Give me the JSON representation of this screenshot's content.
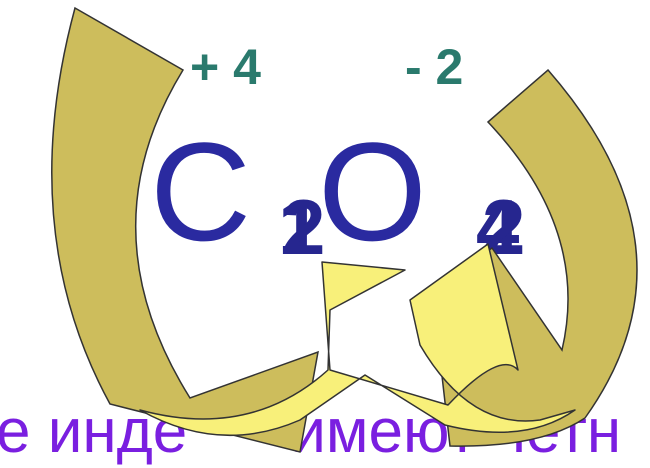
{
  "formula": {
    "oxidation_left": "+ 4",
    "oxidation_right": "- 2",
    "symbol_left": "C",
    "symbol_right": "O",
    "subscripts_left": [
      "1",
      "2"
    ],
    "subscripts_right": [
      "4",
      "2"
    ]
  },
  "caption": {
    "part_visible_1": "е инде",
    "part_visible_2": "имеют четн"
  },
  "colors": {
    "oxidation_text": "#2a7a6d",
    "symbol_text": "#2a2aa0",
    "caption_text": "#7a1fe0",
    "back_arrow_fill": "#cdbd5c",
    "front_arrow_fill": "#f8f07a"
  }
}
